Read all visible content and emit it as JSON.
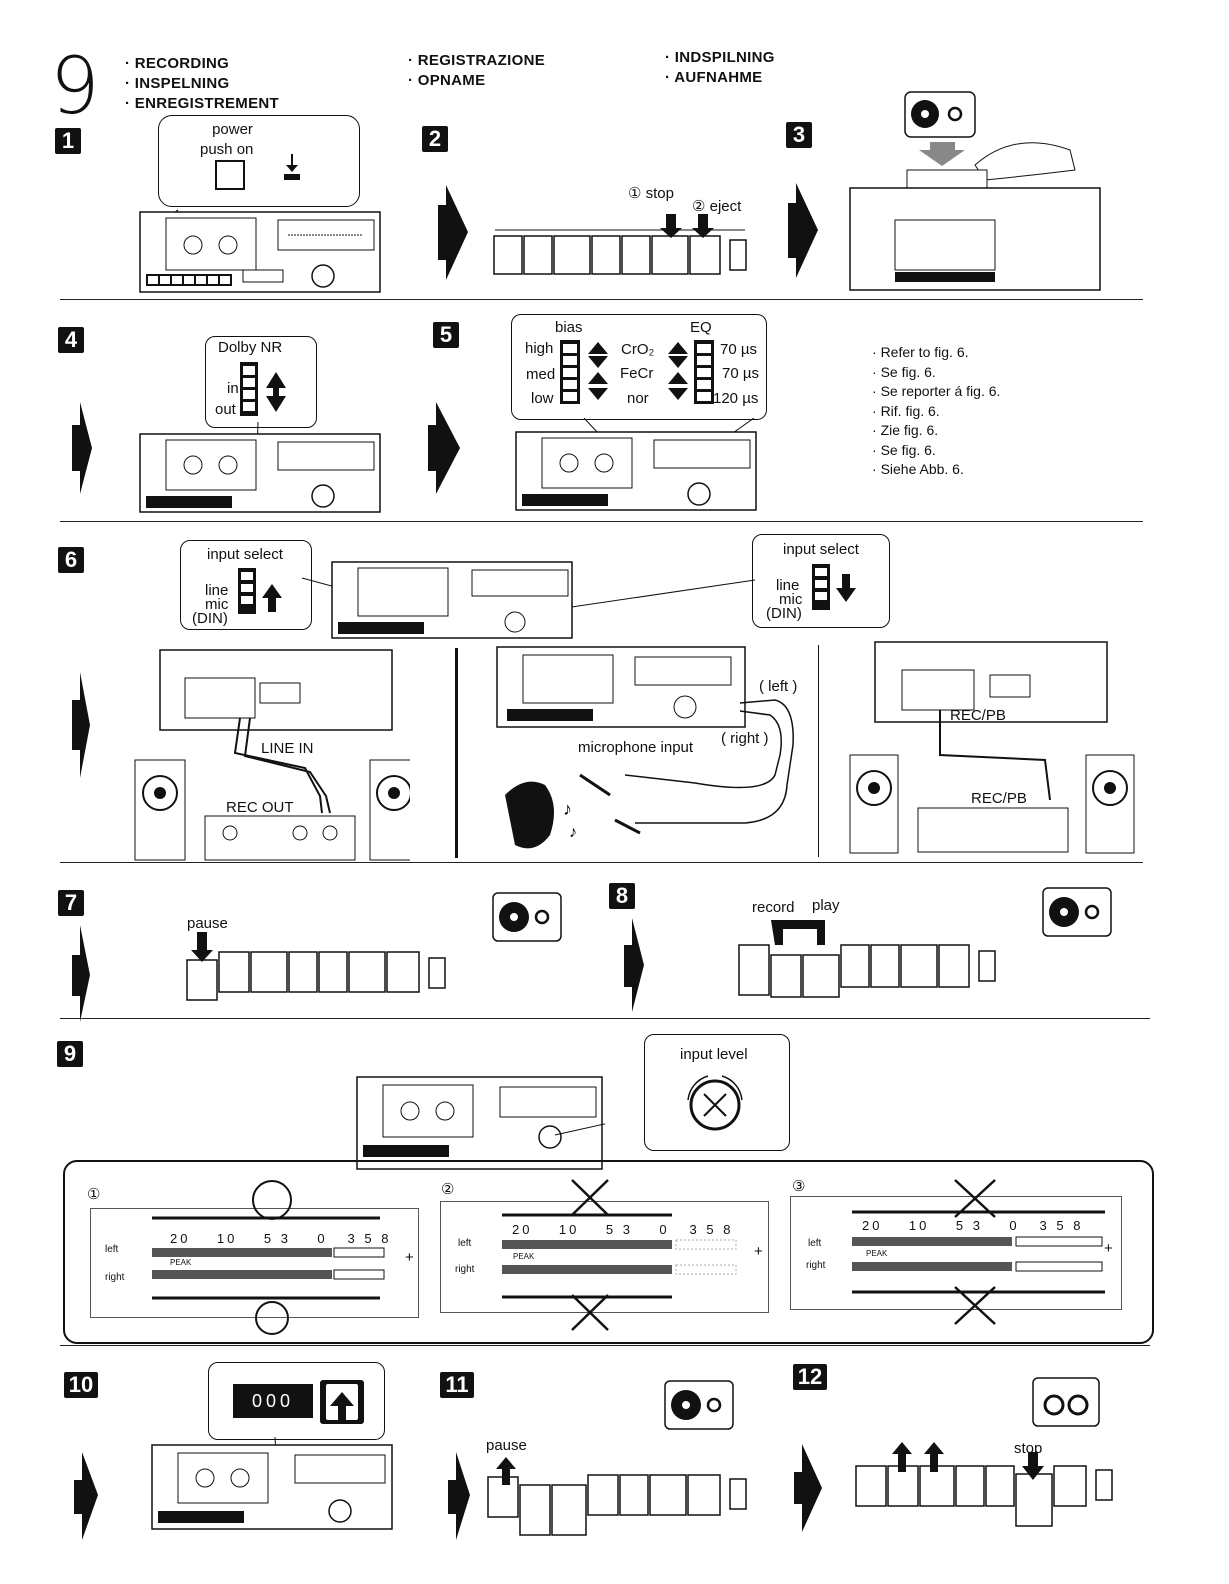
{
  "chapter_number": "9",
  "headers": {
    "col1": [
      "RECORDING",
      "INSPELNING",
      "ENREGISTREMENT"
    ],
    "col2": [
      "REGISTRAZIONE",
      "OPNAME"
    ],
    "col3": [
      "INDSPILNING",
      "AUFNAHME"
    ]
  },
  "steps": {
    "s1": "1",
    "s2": "2",
    "s3": "3",
    "s4": "4",
    "s5": "5",
    "s6": "6",
    "s7": "7",
    "s8": "8",
    "s9": "9",
    "s10": "10",
    "s11": "11",
    "s12": "12"
  },
  "step1": {
    "power": "power",
    "push_on": "push on"
  },
  "step2": {
    "stop": "① stop",
    "eject": "② eject"
  },
  "step4": {
    "title": "Dolby NR",
    "in": "in",
    "out": "out"
  },
  "step5": {
    "bias": "bias",
    "eq": "EQ",
    "high": "high",
    "med": "med",
    "low": "low",
    "cro2": "CrO₂",
    "fecr": "FeCr",
    "nor": "nor",
    "us70a": "70 µs",
    "us70b": "70 µs",
    "us120": "120 µs"
  },
  "refer_notes": [
    "Refer to fig. 6.",
    "Se fig. 6.",
    "Se reporter á fig. 6.",
    "Rif. fig. 6.",
    "Zie fig. 6.",
    "Se fig. 6.",
    "Siehe Abb. 6."
  ],
  "step6": {
    "input_select": "input select",
    "line": "line",
    "mic": "mic",
    "din": "(DIN)",
    "line_in": "LINE IN",
    "rec_out": "REC OUT",
    "left": "( left )",
    "right": "( right )",
    "microphone_input": "microphone input",
    "rec_pb": "REC/PB"
  },
  "step7": {
    "pause": "pause"
  },
  "step8": {
    "record": "record",
    "play": "play"
  },
  "step9": {
    "input_level": "input level",
    "panel_numbers": [
      "①",
      "②",
      "③"
    ],
    "scale": [
      "20",
      "10",
      "5",
      "3",
      "0",
      "3",
      "5",
      "8"
    ],
    "left": "left",
    "right": "right",
    "peak": "PEAK",
    "plus": "+"
  },
  "step10": {
    "counter": "000"
  },
  "step11": {
    "pause": "pause"
  },
  "step12": {
    "stop": "stop"
  }
}
